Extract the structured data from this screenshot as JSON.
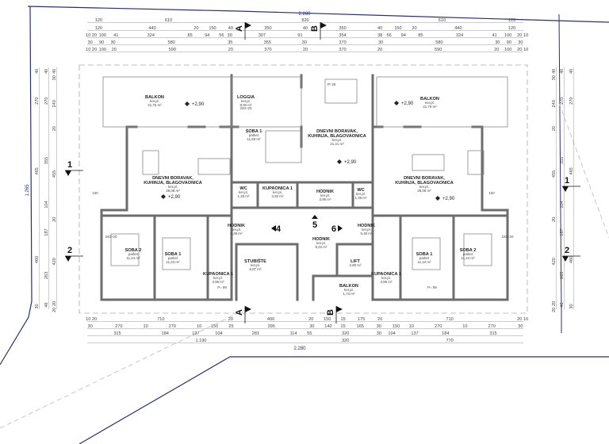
{
  "total_width_label": "2.280",
  "total_depth_label": "1.265",
  "top_dimension_rows": [
    [
      120,
      610,
      820,
      610,
      120
    ],
    [
      120,
      440,
      20,
      150,
      40,
      350,
      40,
      350,
      40,
      150,
      20,
      440,
      120
    ],
    [
      10,
      20,
      100,
      41,
      324,
      85,
      94,
      56,
      30,
      307,
      91,
      354,
      38,
      56,
      94,
      85,
      324,
      41,
      100,
      20,
      10
    ],
    [
      30,
      90,
      30,
      580,
      35,
      355,
      30,
      370,
      30,
      580,
      30,
      90,
      30
    ],
    [
      10,
      20,
      100,
      20,
      590,
      20,
      370,
      20,
      370,
      20,
      590,
      20,
      100,
      20,
      10
    ]
  ],
  "bottom_dimension_rows": [
    [
      10,
      20,
      710,
      20,
      400,
      20,
      150,
      15,
      175,
      20,
      710,
      20,
      10
    ],
    [
      30,
      270,
      10,
      270,
      10,
      150,
      25,
      395,
      30,
      140,
      15,
      165,
      30,
      150,
      10,
      270,
      10,
      270,
      30
    ],
    [
      315,
      184,
      137,
      104,
      281,
      114,
      55,
      320,
      30,
      104,
      137,
      184,
      315
    ],
    [
      "1.190",
      "320",
      "770"
    ]
  ],
  "bottom_row4_widths": [
    1190,
    320,
    770
  ],
  "side_dimension_columns": [
    [
      40,
      270,
      465,
      460,
      30
    ],
    [
      40,
      270,
      355,
      104,
      187,
      263,
      46
    ],
    [
      40,
      30,
      240,
      20,
      455,
      20,
      420,
      20,
      20
    ]
  ],
  "section_markers": [
    "A",
    "B",
    "A",
    "B",
    "1",
    "2",
    "1",
    "2",
    "4",
    "5",
    "6"
  ],
  "rooms": [
    {
      "name": "BALKON",
      "floor": "ker.pl.",
      "area": "21,76 m²"
    },
    {
      "name": "LOGGIA",
      "floor": "ker.pl.",
      "area": "9,00 m²"
    },
    {
      "name": "SOBA 1",
      "floor": "parket",
      "area": "11,65 m²"
    },
    {
      "name": "DNEVNI BORAVAK,",
      "name2": "KUHINJA, BLAGOVAONICA",
      "floor": "ker.pl.",
      "area": "21,41 m²"
    },
    {
      "name": "BALKON",
      "floor": "ker.pl.",
      "area": "21,76 m²"
    },
    {
      "name": "DNEVNI BORAVAK,",
      "name2": "KUHINJA, BLAGOVAONICA",
      "floor": "ker.pl.",
      "area": "28,08 m²"
    },
    {
      "name": "DNEVNI BORAVAK,",
      "name2": "KUHINJA, BLAGOVAONICA",
      "floor": "ker.pl.",
      "area": "28,08 m²"
    },
    {
      "name": "WC",
      "floor": "ker.pl.",
      "area": "1,49 m²"
    },
    {
      "name": "KUPAONICA 1",
      "floor": "ker.pl.",
      "area": "3,92 m²"
    },
    {
      "name": "HODNIK",
      "floor": "ker.pl.",
      "area": "3,95 m²"
    },
    {
      "name": "WC",
      "floor": "ker.pl.",
      "area": "1,49 m²"
    },
    {
      "name": "HODNIK",
      "floor": "ker.pl.",
      "area": "3,49 m²"
    },
    {
      "name": "HODNIK",
      "floor": "ker.pl.",
      "area": "5,49 m²"
    },
    {
      "name": "HODNIK",
      "floor": "ker.pl.",
      "area": "8,42 m²"
    },
    {
      "name": "SOBA 2",
      "floor": "parket",
      "area": "11,44 m²"
    },
    {
      "name": "SOBA 1",
      "floor": "parket",
      "area": "11,34 m²"
    },
    {
      "name": "STUBIŠTE",
      "floor": "ker.pl.",
      "area": "6,87 m²"
    },
    {
      "name": "LIFT",
      "floor": "",
      "area": "2,80 m²"
    },
    {
      "name": "KUPAONICA 1",
      "floor": "ker.pl.",
      "area": "3,86 m²"
    },
    {
      "name": "BALKON",
      "floor": "ker.pl.",
      "area": "1,73 m²"
    },
    {
      "name": "KUPAONICA 1",
      "floor": "ker.pl.",
      "area": "3,86 m²"
    },
    {
      "name": "SOBA 1",
      "floor": "parket",
      "area": "11,34 m²"
    },
    {
      "name": "SOBA 2",
      "floor": "parket",
      "area": "11,44 m²"
    }
  ],
  "elevations": [
    "+2,90",
    "+2,90",
    "+2,90",
    "+2,90",
    "+2,90"
  ],
  "opening_labels": [
    "240+20",
    "100",
    "240+20",
    "100",
    "240+20",
    "P= 99",
    "P= 99",
    "Pr 29"
  ],
  "colors": {
    "walls": "#6d6d6d",
    "boundary": "#2a2f6e",
    "text": "#222222"
  }
}
